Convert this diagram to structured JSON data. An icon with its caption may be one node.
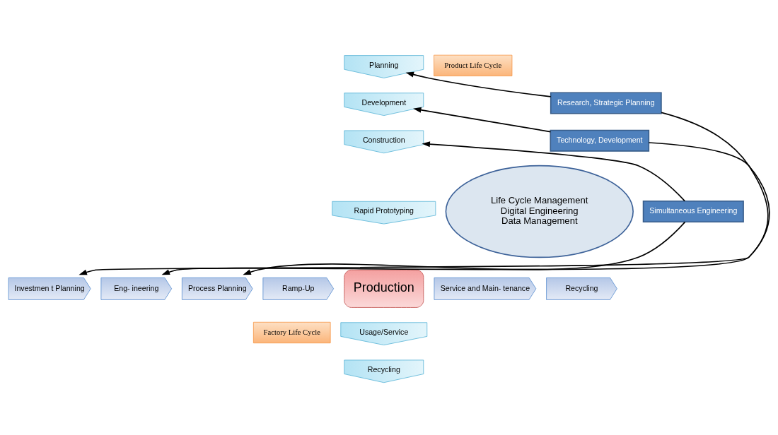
{
  "diagram": {
    "nodes": [
      {
        "text": [
          "Life Cycle Management",
          "Digital Engineering",
          "Data Management"
        ]
      },
      {
        "text": [
          "Planning"
        ]
      },
      {
        "text": [
          "Development"
        ]
      },
      {
        "text": [
          "Construction"
        ]
      },
      {
        "text": [
          "Rapid Prototyping"
        ]
      },
      {
        "text": [
          "Production"
        ]
      },
      {
        "text": [
          "Usage/Service"
        ]
      },
      {
        "text": [
          "Recycling"
        ]
      },
      {
        "text": [
          "Investmen t Planning"
        ]
      },
      {
        "text": [
          "Eng- ineering"
        ]
      },
      {
        "text": [
          "Process Planning"
        ]
      },
      {
        "text": [
          "Ramp-Up"
        ]
      },
      {
        "text": [
          "Service and Main- tenance"
        ]
      },
      {
        "text": [
          "Recycling"
        ]
      },
      {
        "text": [
          "Research, Strategic Planning"
        ]
      },
      {
        "text": [
          "Technology, Development"
        ]
      },
      {
        "text": [
          "Simultaneous Engineering"
        ]
      },
      {
        "text": [
          "Product Life Cycle"
        ]
      },
      {
        "text": [
          "Factory Life Cycle"
        ]
      }
    ],
    "edges": [
      {
        "from": 14,
        "to": 8,
        "arrow": "to"
      },
      {
        "from": 14,
        "to": 1,
        "arrow": "to"
      },
      {
        "from": 15,
        "to": 9,
        "arrow": "to"
      },
      {
        "from": 15,
        "to": 2,
        "arrow": "to"
      },
      {
        "from": 16,
        "to": 10,
        "arrow": "to"
      },
      {
        "from": 16,
        "to": 3,
        "arrow": "to"
      }
    ]
  }
}
